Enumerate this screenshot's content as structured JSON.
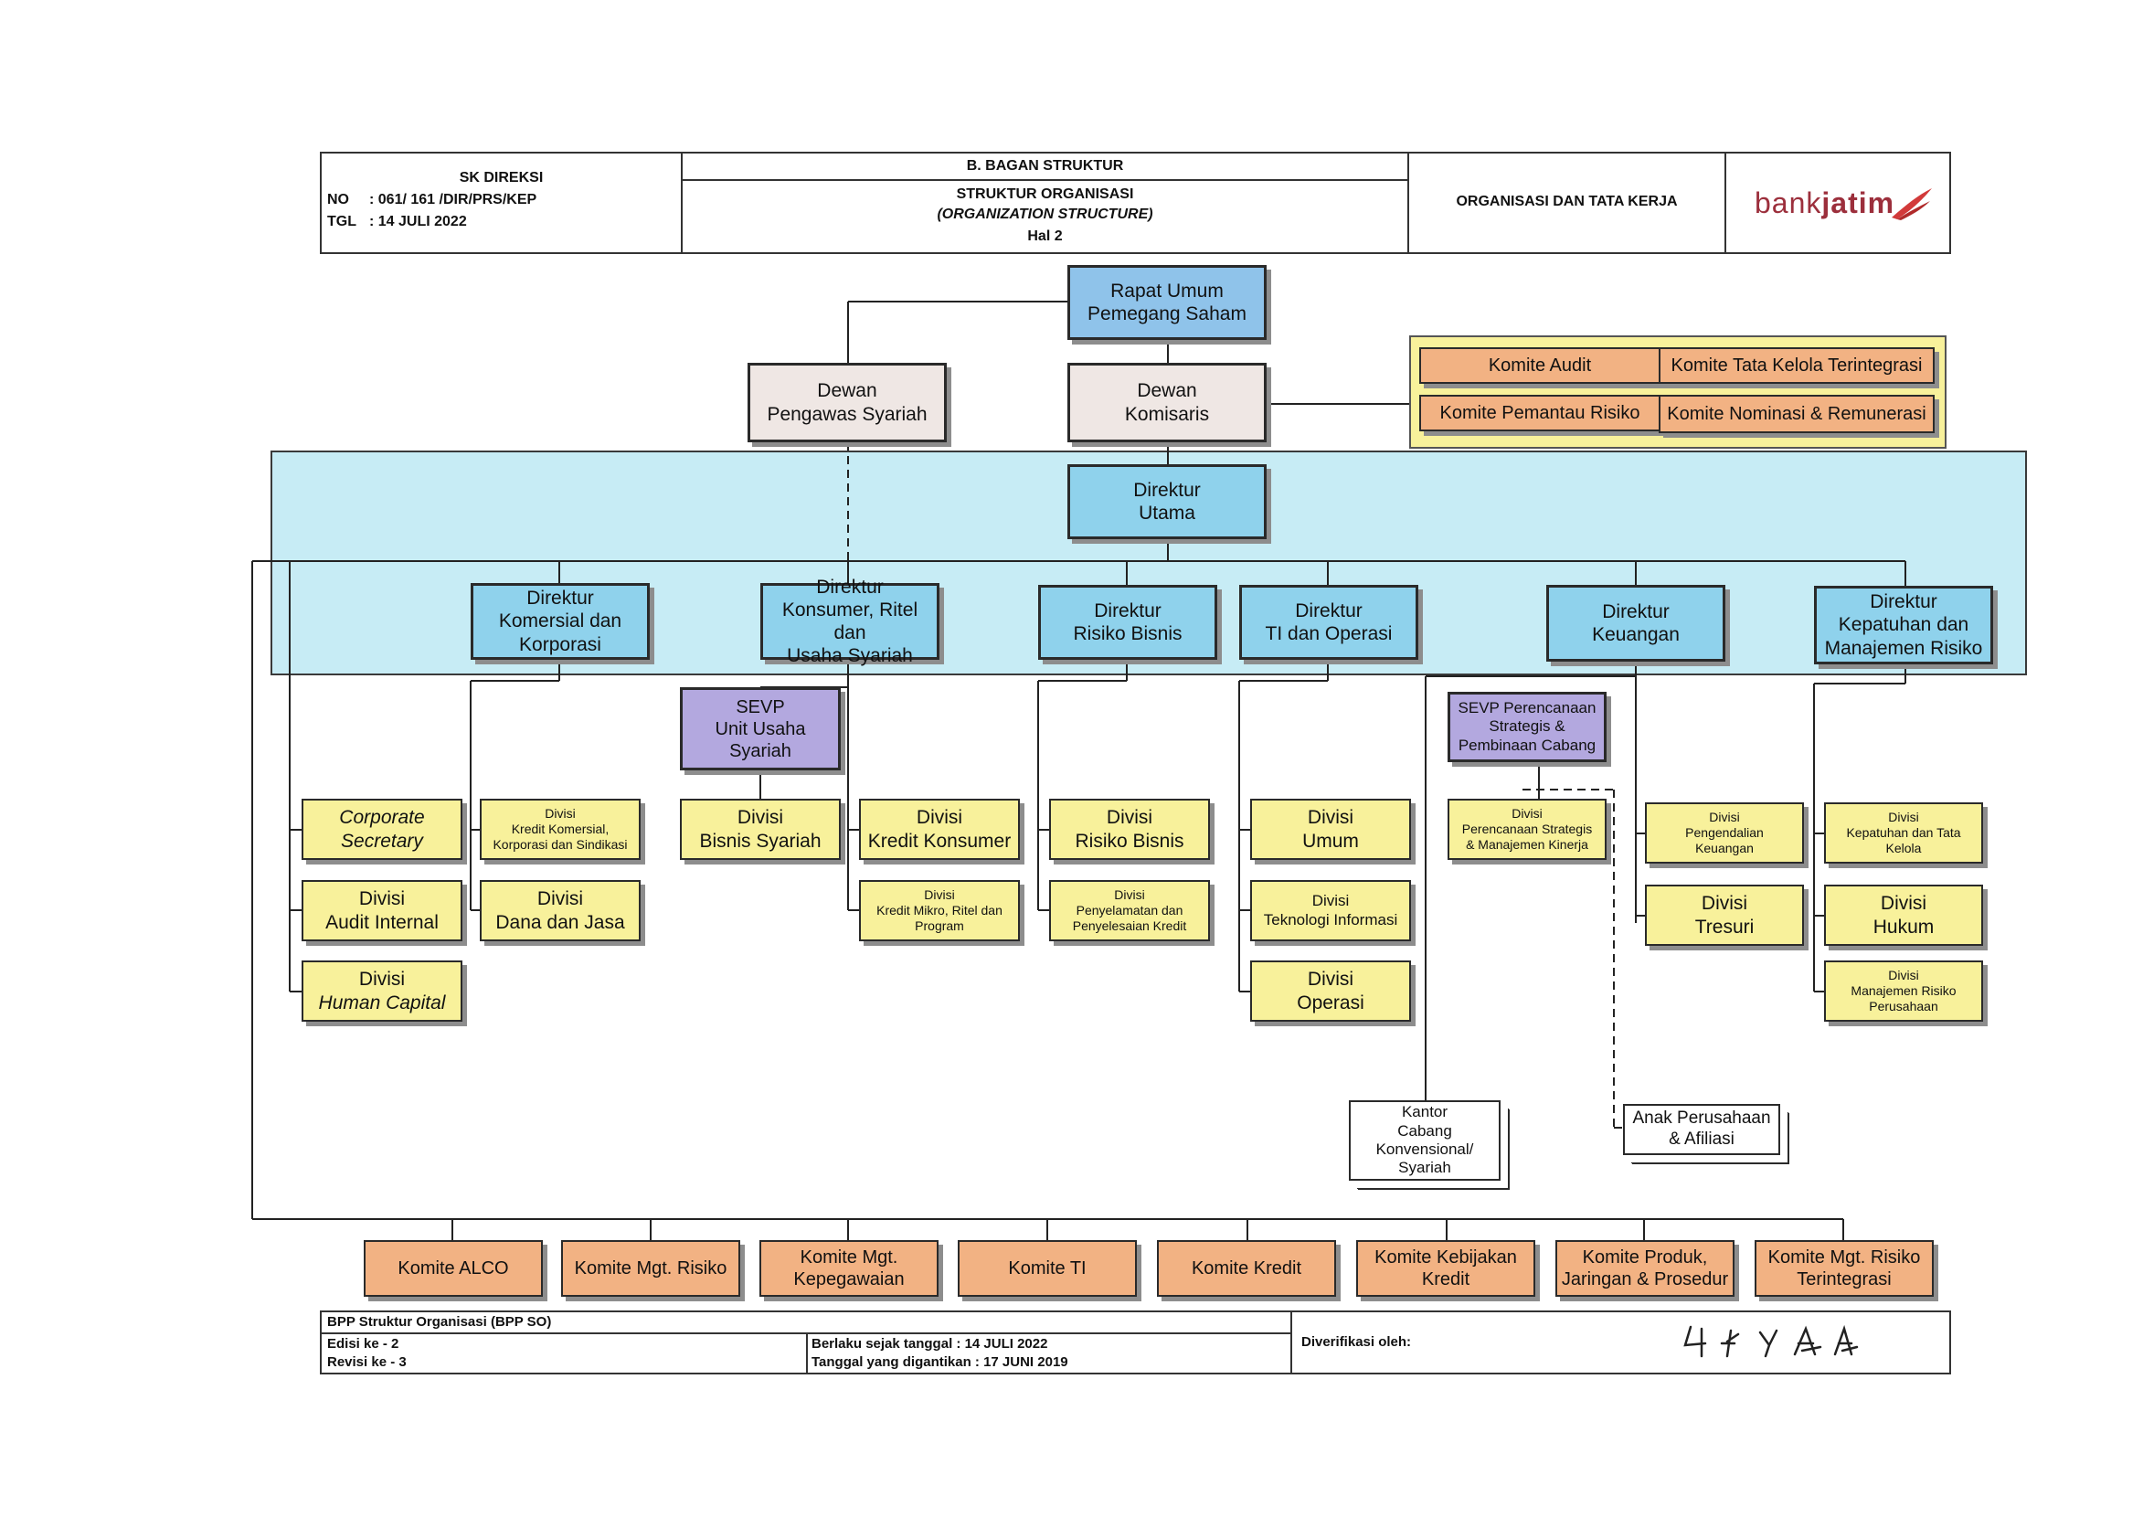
{
  "header": {
    "sk": {
      "title": "SK DIREKSI",
      "no_label": "NO",
      "no_value": ": 061/ 161 /DIR/PRS/KEP",
      "tgl_label": "TGL",
      "tgl_value": ": 14  JULI 2022"
    },
    "section": "B. BAGAN STRUKTUR",
    "struct_title": "STRUKTUR ORGANISASI",
    "struct_sub": "(ORGANIZATION STRUCTURE)",
    "page": "Hal 2",
    "org": "ORGANISASI DAN TATA KERJA",
    "logo_a": "bank",
    "logo_b": "jatim"
  },
  "nodes": {
    "rups": "Rapat Umum\nPemegang Saham",
    "dps": "Dewan\nPengawas Syariah",
    "dekom": "Dewan\nKomisaris",
    "dirut": "Direktur\nUtama",
    "dir_kk": "Direktur\nKomersial dan\nKorporasi",
    "dir_krus": "Direktur\nKonsumer, Ritel dan\nUsaha Syariah",
    "dir_rb": "Direktur\nRisiko Bisnis",
    "dir_tio": "Direktur\nTI dan Operasi",
    "dir_keu": "Direktur\nKeuangan",
    "dir_kmr": "Direktur\nKepatuhan dan\nManajemen Risiko",
    "sevp_us": "SEVP\nUnit Usaha\nSyariah",
    "sevp_ps": "SEVP Perencanaan\nStrategis &\nPembinaan Cabang",
    "corsec": "Corporate\nSecretary",
    "audit": "Divisi\nAudit Internal",
    "hc_a": "Divisi",
    "hc_b": "Human Capital",
    "kkks": "Divisi\nKredit Komersial,\nKorporasi dan Sindikasi",
    "ddj": "Divisi\nDana dan Jasa",
    "bs": "Divisi\nBisnis Syariah",
    "kkon": "Divisi\nKredit Konsumer",
    "kmrp": "Divisi\nKredit Mikro, Ritel dan\nProgram",
    "rb": "Divisi\nRisiko Bisnis",
    "pppk": "Divisi\nPenyelamatan dan\nPenyelesaian Kredit",
    "umum": "Divisi\nUmum",
    "ti": "Divisi\nTeknologi Informasi",
    "ops": "Divisi\nOperasi",
    "psmk": "Divisi\nPerencanaan Strategis\n& Manajemen Kinerja",
    "pk": "Divisi\nPengendalian\nKeuangan",
    "tres": "Divisi\nTresuri",
    "kepk": "Divisi\nKepatuhan dan Tata\nKelola",
    "hukum": "Divisi\nHukum",
    "mrp": "Divisi\nManajemen Risiko\nPerusahaan",
    "kantor": "Kantor\nCabang\nKonvensional/\nSyariah",
    "anak": "Anak Perusahaan\n& Afiliasi"
  },
  "komite_panel": {
    "audit": "Komite Audit",
    "tkt": "Komite Tata Kelola Terintegrasi",
    "pr": "Komite Pemantau Risiko",
    "nr": "Komite Nominasi & Remunerasi"
  },
  "komite_bottom": [
    "Komite ALCO",
    "Komite Mgt. Risiko",
    "Komite Mgt.\nKepegawaian",
    "Komite TI",
    "Komite Kredit",
    "Komite Kebijakan\nKredit",
    "Komite Produk,\nJaringan & Prosedur",
    "Komite Mgt. Risiko\nTerintegrasi"
  ],
  "footer": {
    "bpp": "BPP Struktur Organisasi (BPP SO)",
    "edisi": "Edisi ke - 2",
    "revisi": "Revisi ke - 3",
    "berlaku": "Berlaku sejak tanggal : 14 JULI 2022",
    "diganti": "Tanggal yang digantikan : 17 JUNI 2019",
    "verif": "Diverifikasi oleh:"
  },
  "colors": {
    "top": "#8fc3ea",
    "direktur": "#8fd2ec",
    "sevp": "#b3a8df",
    "divisi": "#f8f19b",
    "komite": "#f2b283",
    "band": "#c7ecf5",
    "logo": "#9c2f3c"
  }
}
